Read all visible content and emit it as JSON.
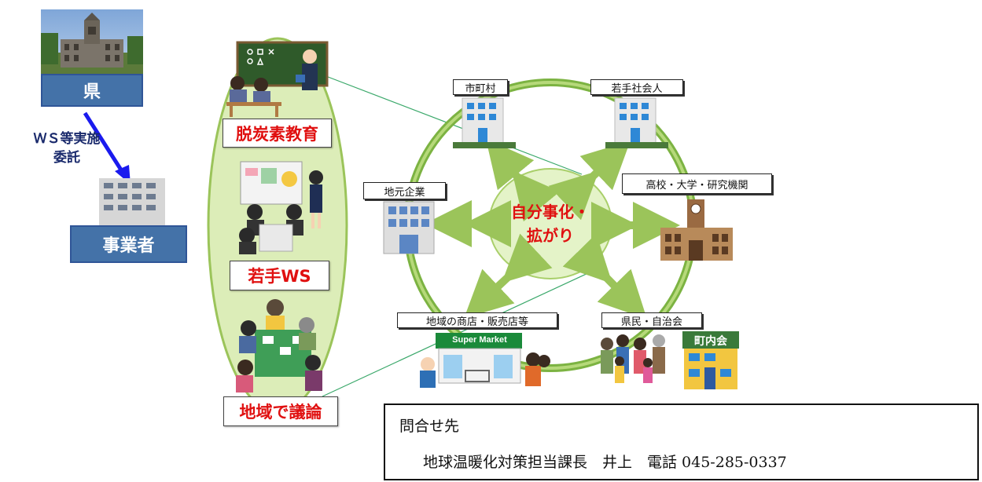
{
  "left": {
    "prefecture_label": "県",
    "commission_line1": "ＷＳ等実施",
    "commission_line2": "委託",
    "contractor_label": "事業者"
  },
  "activities": {
    "education": "脱炭素教育",
    "youth_ws": "若手WS",
    "local_discussion": "地域で議論"
  },
  "cycle": {
    "center_line1": "自分事化・",
    "center_line2": "拡がり",
    "municipality": "市町村",
    "young_workers": "若手社会人",
    "local_companies": "地元企業",
    "academia": "高校・大学・研究機関",
    "local_shops": "地域の商店・販売店等",
    "residents": "県民・自治会",
    "town_sign": "町内会",
    "supermarket_sign": "Super Market"
  },
  "contact": {
    "heading": "問合せ先",
    "detail": "地球温暖化対策担当課長　井上　電話 045-285-0337"
  },
  "colors": {
    "blue_box": "#4472a8",
    "arrow_blue": "#1a1aee",
    "red_text": "#e01010",
    "ellipse_green": "#dcedb8",
    "ring_green": "#7cb342",
    "arrow_green": "#9bc45a"
  }
}
